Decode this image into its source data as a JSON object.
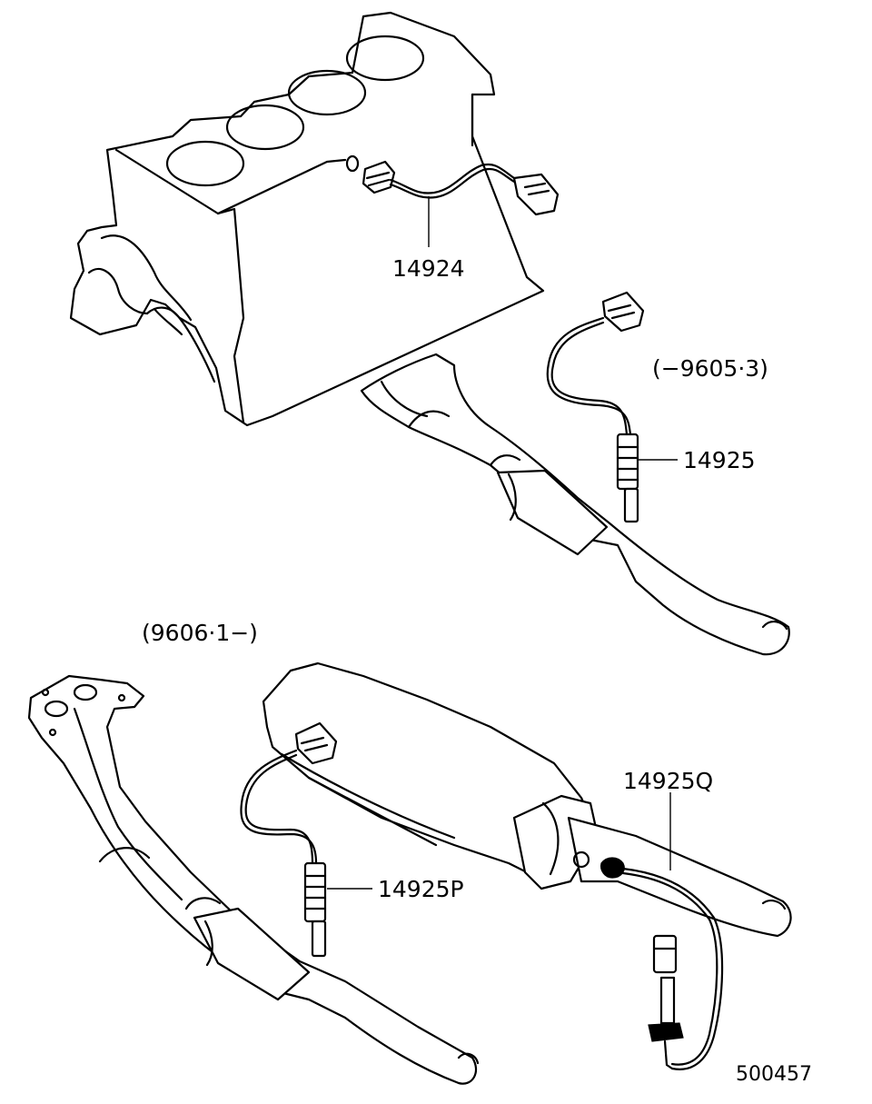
{
  "labels": {
    "sensor_upper": "14924",
    "sensor_rear_early": "14925",
    "date_early": "(−9605·3)",
    "date_late": "(9606·1−)",
    "sensor_front_late": "14925P",
    "sensor_rear_late": "14925Q",
    "figure_number": "500457"
  },
  "icons": [
    "oxygen-sensor",
    "sensor-connector",
    "engine-block",
    "catalytic-converter",
    "exhaust-pipe",
    "gasket-washer"
  ]
}
